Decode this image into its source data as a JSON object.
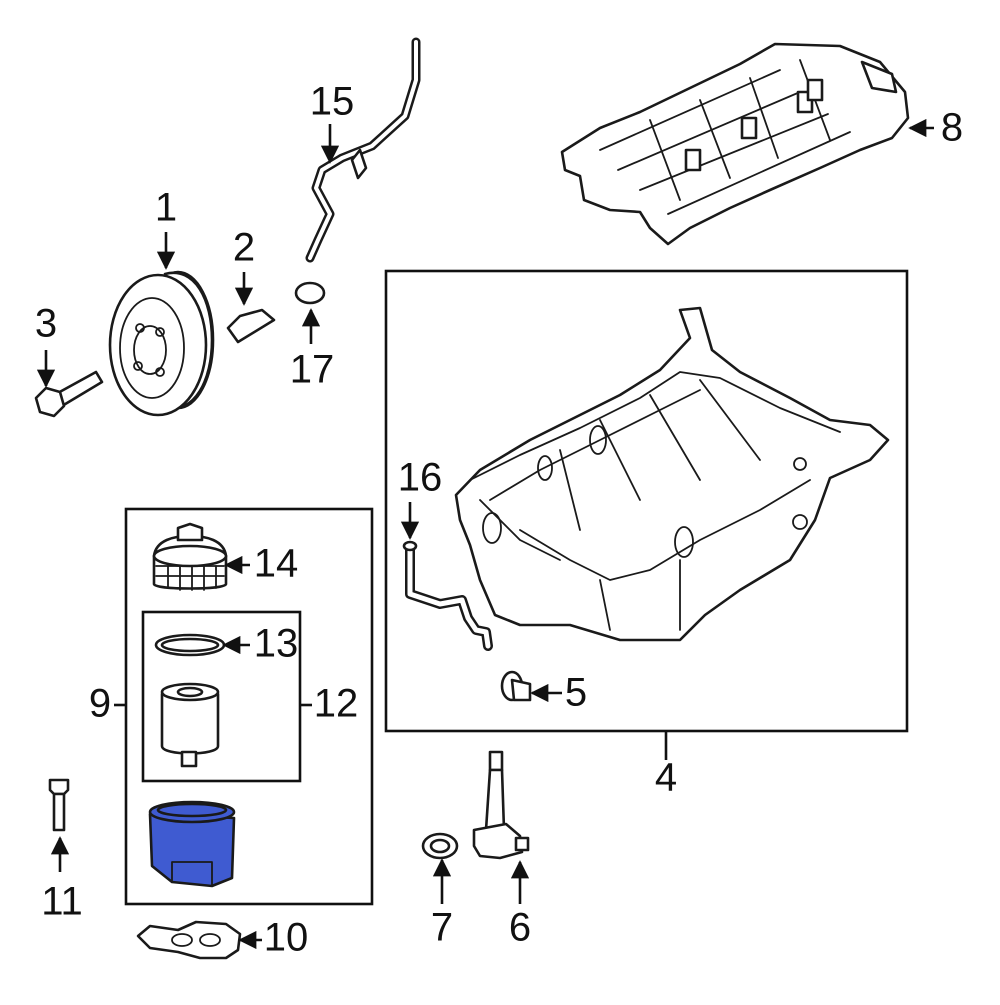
{
  "diagram": {
    "highlight_color": "#3f5bd1",
    "callouts": {
      "c1": "1",
      "c2": "2",
      "c3": "3",
      "c4": "4",
      "c5": "5",
      "c6": "6",
      "c7": "7",
      "c8": "8",
      "c9": "9",
      "c10": "10",
      "c11": "11",
      "c12": "12",
      "c13": "13",
      "c14": "14",
      "c15": "15",
      "c16": "16",
      "c17": "17"
    },
    "highlighted_part": "filter-housing"
  }
}
